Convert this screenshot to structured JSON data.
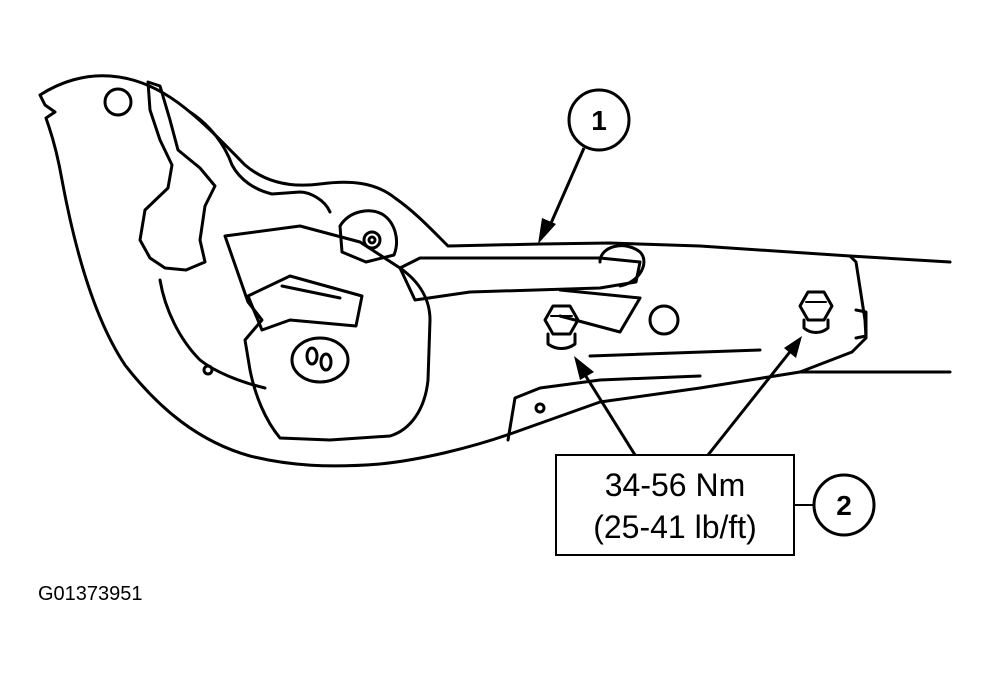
{
  "callouts": [
    {
      "number": "1"
    },
    {
      "number": "2"
    }
  ],
  "torque_spec": {
    "line1": "34-56 Nm",
    "line2": "(25-41 lb/ft)"
  },
  "figure_id": "G01373951",
  "colors": {
    "ink": "#000000",
    "paper": "#ffffff"
  }
}
